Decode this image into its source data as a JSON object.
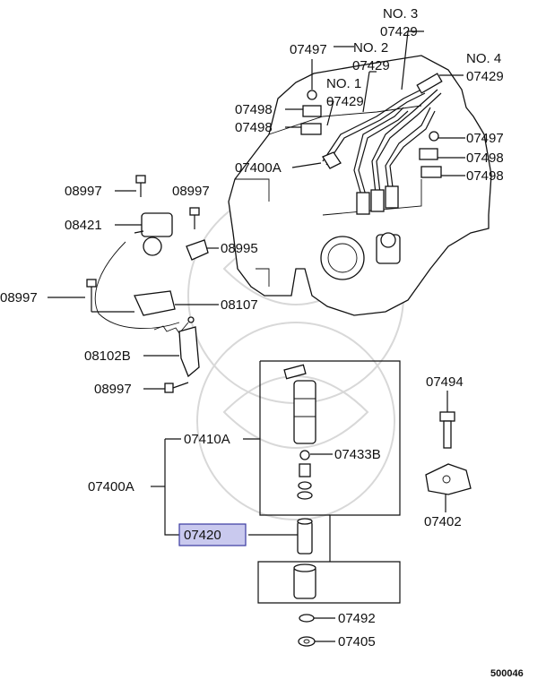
{
  "engine_labels": {
    "no3": "NO. 3",
    "no2": "NO. 2",
    "no1": "NO. 1",
    "no4": "NO. 4"
  },
  "parts": {
    "p07429_no3": "07429",
    "p07429_no2": "07429",
    "p07429_no1": "07429",
    "p07429_no4": "07429",
    "p07497_top": "07497",
    "p07497_right": "07497",
    "p07498_l1": "07498",
    "p07498_l2": "07498",
    "p07498_r1": "07498",
    "p07498_r2": "07498",
    "p07400A_top": "07400A",
    "p08997_a": "08997",
    "p08997_b": "08997",
    "p08997_c": "08997",
    "p08997_d": "08997",
    "p08421": "08421",
    "p08995": "08995",
    "p08107": "08107",
    "p08102B": "08102B",
    "p07410A": "07410A",
    "p07400A_bottom": "07400A",
    "p07433B": "07433B",
    "p07420": "07420",
    "p07492": "07492",
    "p07405": "07405",
    "p07494": "07494",
    "p07402": "07402"
  },
  "diagram_id": "500046",
  "highlight_color": "#c9c9ee",
  "highlight_border": "#3a3aa0"
}
